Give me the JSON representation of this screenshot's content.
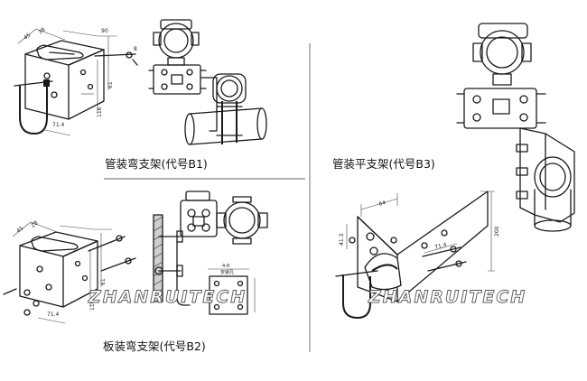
{
  "captions": {
    "b1": "管装弯支架(代号B1)",
    "b2": "板装弯支架(代号B2)",
    "b3": "管装平支架(代号B3)"
  },
  "dimensions": {
    "b1": [
      "45",
      "38",
      "90",
      "61",
      "116",
      "71.4",
      "8"
    ],
    "b2": [
      "45",
      "28",
      "61",
      "116",
      "71.4",
      "4-8",
      "安装孔"
    ],
    "b3": [
      "64",
      "41.3",
      "71.4",
      "200"
    ]
  },
  "watermark": "ZHANRUITECH"
}
